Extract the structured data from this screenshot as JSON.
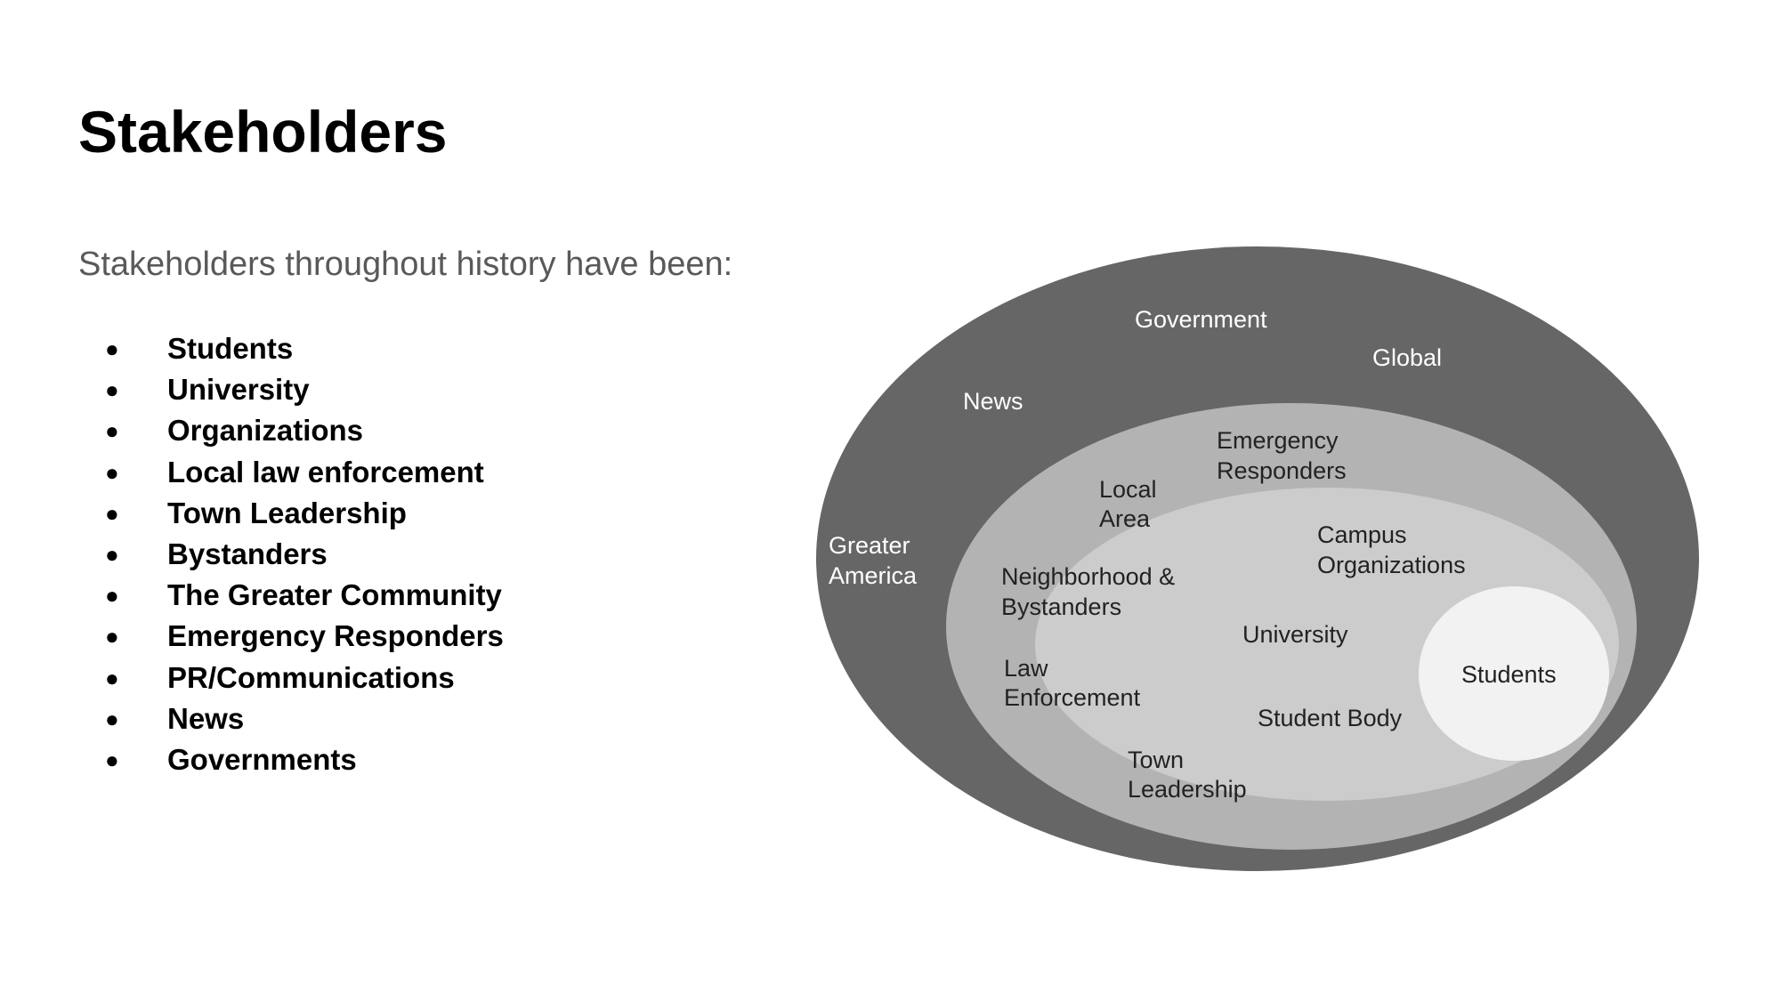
{
  "slide": {
    "title": "Stakeholders",
    "intro": "Stakeholders throughout history have been:",
    "bullet_glyph": "●",
    "bullets": [
      "Students",
      "University",
      "Organizations",
      "Local law enforcement",
      "Town Leadership",
      "Bystanders",
      "The Greater Community",
      "Emergency Responders",
      "PR/Communications",
      "News",
      "Governments"
    ]
  },
  "diagram": {
    "colors": {
      "outer": "#666666",
      "local": "#b3b3b3",
      "campus": "#cccccc",
      "students": "#f2f2f2"
    },
    "outer": {
      "government": "Government",
      "global": "Global",
      "news": "News",
      "greater_america": [
        "Greater",
        "America"
      ]
    },
    "local": {
      "local_area": [
        "Local",
        "Area"
      ],
      "emergency_responders": [
        "Emergency",
        "Responders"
      ],
      "neighborhood_bystanders": [
        "Neighborhood &",
        "Bystanders"
      ],
      "law_enforcement": [
        "Law",
        "Enforcement"
      ],
      "town_leadership": [
        "Town",
        "Leadership"
      ]
    },
    "campus": {
      "campus_organizations": [
        "Campus",
        "Organizations"
      ],
      "university": "University",
      "student_body": "Student Body"
    },
    "core": {
      "students": "Students"
    }
  }
}
